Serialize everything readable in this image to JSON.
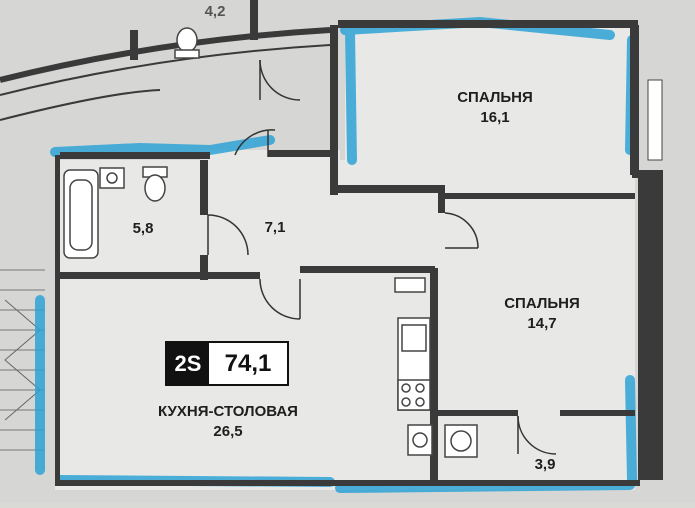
{
  "plan": {
    "badge": {
      "type": "2S",
      "total_area": "74,1"
    },
    "rooms": [
      {
        "id": "bedroom-1",
        "name": "СПАЛЬНЯ",
        "area": "16,1"
      },
      {
        "id": "bedroom-2",
        "name": "СПАЛЬНЯ",
        "area": "14,7"
      },
      {
        "id": "kitchen",
        "name": "КУХНЯ-СТОЛОВАЯ",
        "area": "26,5"
      },
      {
        "id": "bathroom",
        "name": "",
        "area": "5,8"
      },
      {
        "id": "hall",
        "name": "",
        "area": "7,1"
      },
      {
        "id": "balcony",
        "name": "",
        "area": "3,9"
      },
      {
        "id": "neighbor",
        "name": "",
        "area": "4,2"
      }
    ],
    "colors": {
      "background": "#d9d9d6",
      "floor": "#e9e9e7",
      "wall": "#3a3a3a",
      "highlight": "#2ea3d6"
    }
  }
}
